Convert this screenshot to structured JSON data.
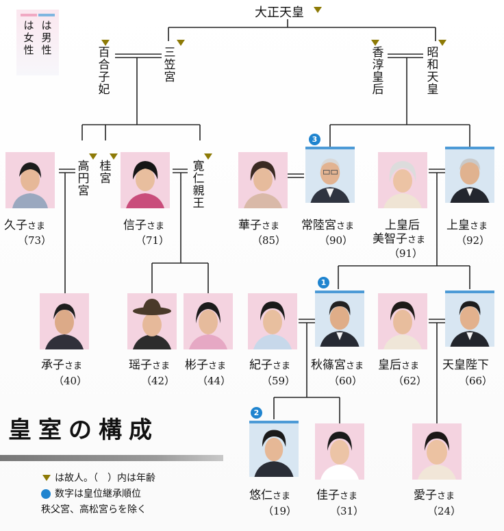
{
  "title": "皇室の構成",
  "legend": {
    "female": "は女性",
    "male": "は男性",
    "female_color": "#f0a9c3",
    "male_color": "#7fb6e0"
  },
  "common": {
    "sama": "さま"
  },
  "notes": {
    "deceased_age": "は故人。（　）内は年齢",
    "succession": "数字は皇位継承順位",
    "excluding": "秩父宮、高松宮らを除く"
  },
  "people": {
    "taisho": {
      "name": "大正天皇"
    },
    "yuriko": {
      "name": "百合子妃"
    },
    "mikasa": {
      "name": "三笠宮"
    },
    "kojun": {
      "name": "香淳皇后"
    },
    "showa": {
      "name": "昭和天皇"
    },
    "hisako": {
      "name": "久子",
      "age": "（73）"
    },
    "takamado": {
      "name": "高円宮"
    },
    "katsura": {
      "name": "桂宮"
    },
    "nobuko": {
      "name": "信子",
      "age": "（71）"
    },
    "tomohito": {
      "name": "寛仁親王"
    },
    "hanako": {
      "name": "華子",
      "age": "（85）"
    },
    "hitachi": {
      "name": "常陸宮",
      "age": "（90）",
      "order": "3"
    },
    "michiko": {
      "title": "上皇后",
      "name": "美智子",
      "age": "（91）"
    },
    "emeritus": {
      "name": "上皇",
      "age": "（92）"
    },
    "tsuguko": {
      "name": "承子",
      "age": "（40）"
    },
    "yoko": {
      "name": "瑶子",
      "age": "（42）"
    },
    "akiko": {
      "name": "彬子",
      "age": "（44）"
    },
    "kiko": {
      "name": "紀子",
      "age": "（59）"
    },
    "akishino": {
      "name": "秋篠宮",
      "age": "（60）",
      "order": "1"
    },
    "masako": {
      "name": "皇后",
      "age": "（62）"
    },
    "emperor": {
      "name": "天皇陛下",
      "age": "（66）"
    },
    "hisahito": {
      "name": "悠仁",
      "age": "（19）",
      "order": "2"
    },
    "kako": {
      "name": "佳子",
      "age": "（31）"
    },
    "aiko": {
      "name": "愛子",
      "age": "（24）"
    }
  },
  "colors": {
    "deceased_marker": "#8d7a06",
    "succession_badge": "#1f84cf",
    "female_photo_bg": "#f4d3e0",
    "male_photo_bg": "#d8e6f2"
  }
}
